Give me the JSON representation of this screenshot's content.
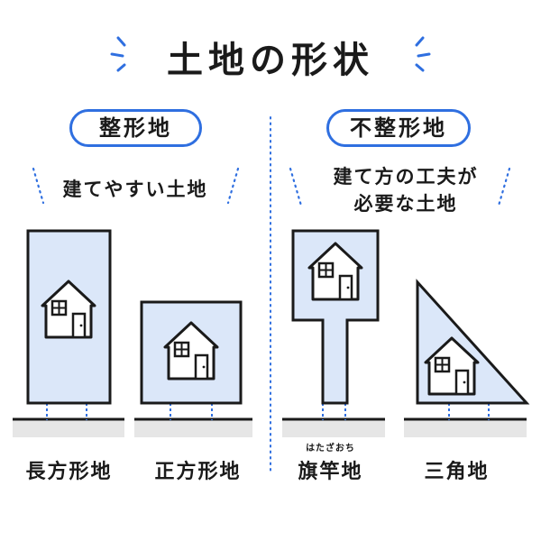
{
  "title": "土地の形状",
  "left": {
    "heading": "整形地",
    "caption": "建てやすい土地",
    "items": [
      {
        "label": "長方形地"
      },
      {
        "label": "正方形地"
      }
    ]
  },
  "right": {
    "heading": "不整形地",
    "caption_line1": "建て方の工夫が",
    "caption_line2": "必要な土地",
    "items": [
      {
        "label": "旗竿地",
        "ruby": "はたざおち"
      },
      {
        "label": "三角地"
      }
    ]
  },
  "colors": {
    "accent": "#2f6fe0",
    "lot_fill": "#dbe7f9",
    "ground": "#e6e6e6",
    "ink": "#1a1a1a"
  }
}
